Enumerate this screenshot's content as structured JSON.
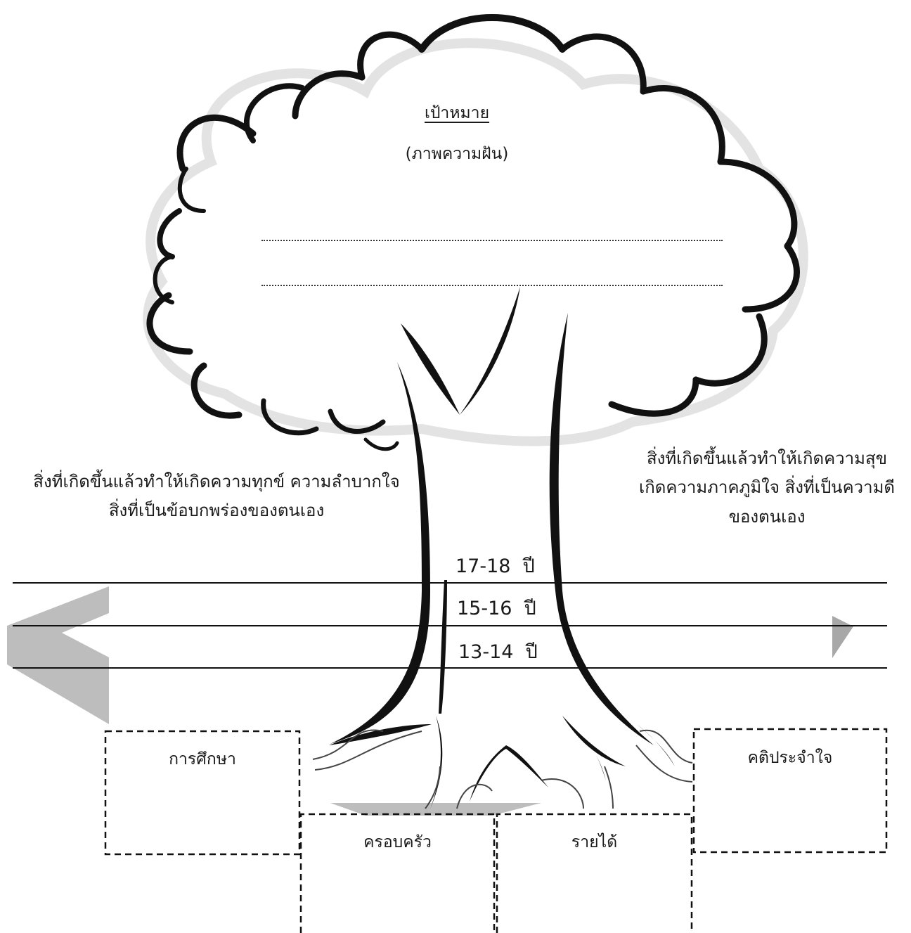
{
  "goal": {
    "title": "เป้าหมาย",
    "subtitle": "(ภาพความฝัน)"
  },
  "left_note": {
    "line1": "สิ่งที่เกิดขึ้นแล้วทำให้เกิดความทุกข์ ความลำบากใจ",
    "line2": "สิ่งที่เป็นข้อบกพร่องของตนเอง"
  },
  "right_note": {
    "line1": "สิ่งที่เกิดขึ้นแล้วทำให้เกิดความสุข",
    "line2": "เกิดความภาคภูมิใจ สิ่งที่เป็นความดี",
    "line3": "ของตนเอง"
  },
  "age_bands": [
    {
      "range": "17-18",
      "unit": "ปี"
    },
    {
      "range": "15-16",
      "unit": "ปี"
    },
    {
      "range": "13-14",
      "unit": "ปี"
    }
  ],
  "root_boxes": {
    "education": "การศึกษา",
    "family": "ครอบครัว",
    "income": "รายได้",
    "motto": "คติประจำใจ"
  }
}
